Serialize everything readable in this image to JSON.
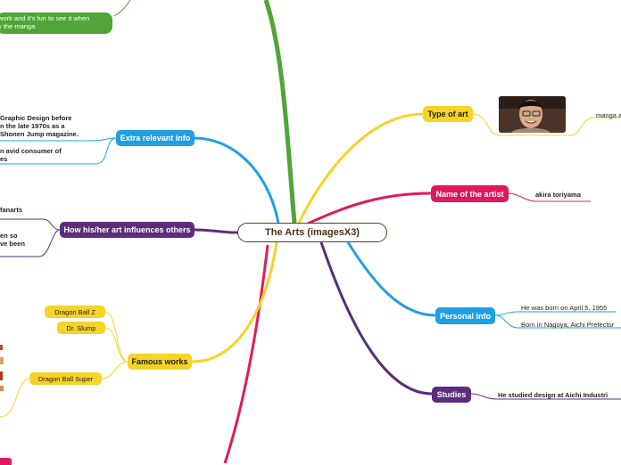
{
  "center": {
    "label": "The Arts (imagesX3)"
  },
  "branches": {
    "type_of_art": {
      "label": "Type of art",
      "color": "#f5d327",
      "leaf": "manga ar"
    },
    "name_of_artist": {
      "label": "Name of the artist",
      "color": "#e0195f",
      "leaf": "akira toriyama"
    },
    "personal_info": {
      "label": "Personal info",
      "color": "#1ea0e3",
      "leaves": [
        "He was born on April 5, 1955",
        "Born in Nagoya, Aichi Prefectur"
      ]
    },
    "studies": {
      "label": "Studies",
      "color": "#5b2d7a",
      "leaf": "He studied design at Aichi Industri"
    },
    "extra_info": {
      "label": "Extra relevant info",
      "color": "#1ea0e3",
      "leaves": [
        [
          "Graphic Design before",
          "n the late 1970s as a",
          "Shonen Jump magazine."
        ],
        [
          "n avid consumer of",
          "es"
        ]
      ]
    },
    "influences": {
      "label": "How his/her art influences others",
      "color": "#5b2d7a",
      "leaves": [
        [
          "fanarts"
        ],
        [
          "en so",
          "ve been"
        ]
      ]
    },
    "famous_works": {
      "label": "Famous works",
      "color": "#f5d327",
      "works": [
        "Dragon Ball Z",
        "Dr. Slump",
        "Dragon Ball Super"
      ]
    }
  },
  "top_left_note": {
    "lines": [
      "work and it's fun to see it when",
      "y the manga"
    ],
    "color": "#4fa536"
  },
  "icons": {
    "artist_photo": "artist-photo-icon"
  }
}
